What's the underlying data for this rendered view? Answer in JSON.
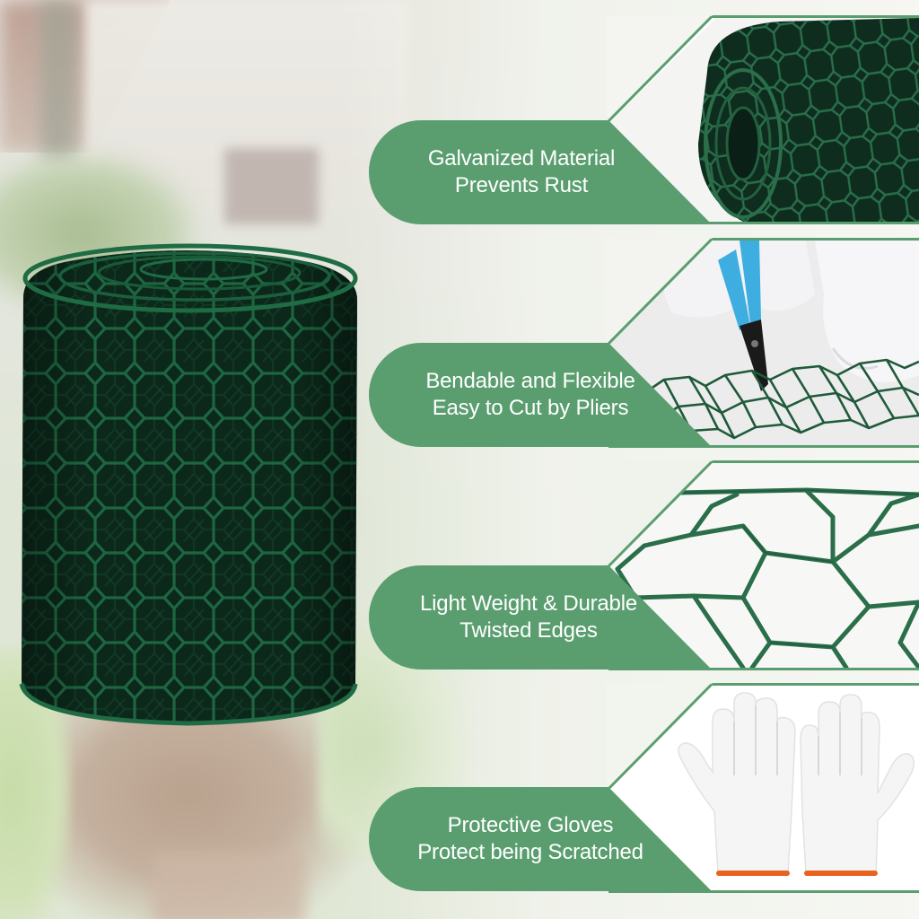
{
  "theme": {
    "accent_green": "#5a9e6f",
    "mesh_green": "#1f5a3a",
    "mesh_dark": "#0f3322",
    "label_text": "#ffffff",
    "panel_bg": "#ffffff",
    "pliers_blue": "#3eaee0",
    "glove_cuff_orange": "#e8641e"
  },
  "hero": {
    "subject": "green-pvc-coated-hexagonal-wire-mesh-roll",
    "background": "blurred-garden-with-house-and-lettuce"
  },
  "features": [
    {
      "line1": "Galvanized Material",
      "line2": "Prevents Rust",
      "image": "mesh-roll-closeup"
    },
    {
      "line1": "Bendable and Flexible",
      "line2": "Easy to Cut by Pliers",
      "image": "gloved-hands-cutting-mesh-with-pliers"
    },
    {
      "line1": "Light Weight & Durable",
      "line2": "Twisted Edges",
      "image": "hexagonal-mesh-closeup"
    },
    {
      "line1": "Protective Gloves",
      "line2": "Protect being Scratched",
      "image": "pair-of-white-knit-gloves"
    }
  ]
}
